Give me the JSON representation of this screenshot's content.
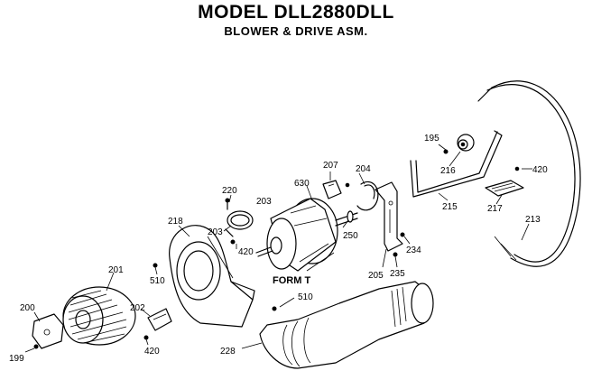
{
  "title": "MODEL DLL2880DLL",
  "subtitle": "BLOWER & DRIVE ASM.",
  "form_label": "FORM T",
  "labels": {
    "p195": "195",
    "p216": "216",
    "p420a": "420",
    "p207": "207",
    "p630": "630",
    "p204": "204",
    "p220": "220",
    "p203a": "203",
    "p203b": "203",
    "p420b": "420",
    "p218": "218",
    "p250": "250",
    "p215": "215",
    "p217": "217",
    "p213": "213",
    "p234": "234",
    "p205": "205",
    "p235": "235",
    "p510a": "510",
    "p201": "201",
    "p510b": "510",
    "p200": "200",
    "p202": "202",
    "p420c": "420",
    "p228": "228",
    "p199": "199"
  }
}
